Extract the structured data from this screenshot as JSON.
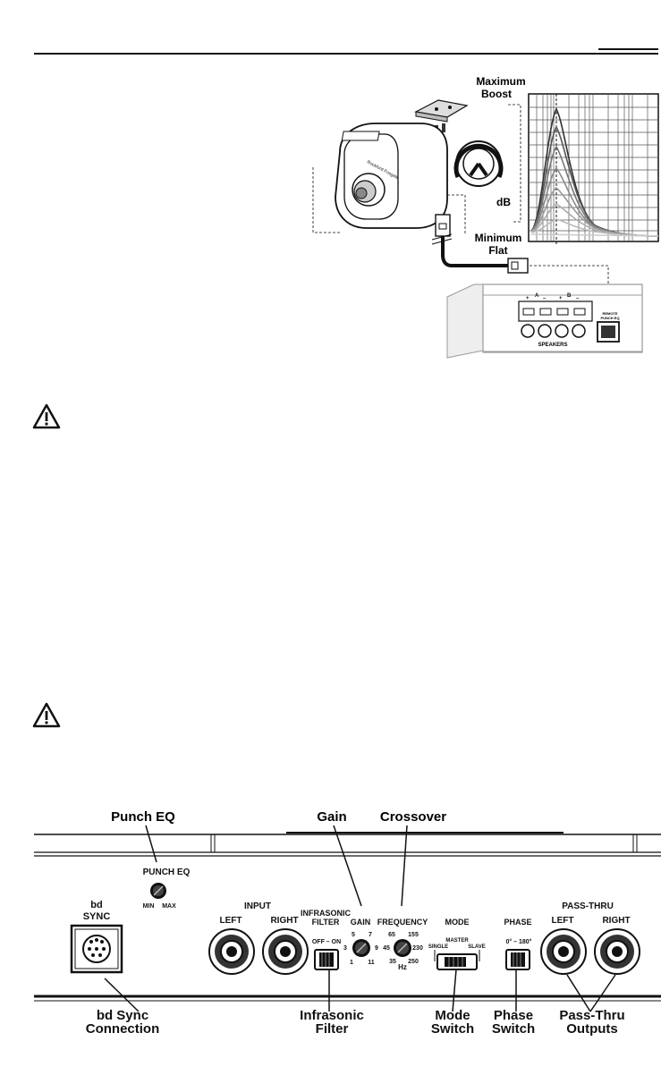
{
  "remote_diagram": {
    "max_label": "Maximum Boost",
    "min_label": "Minimum Flat",
    "db_label": "dB",
    "brand_text": "Rockford Fosgate",
    "amp_terminal_labels": [
      "+",
      "A",
      "–",
      "+",
      "B",
      "–"
    ],
    "speakers_label": "SPEAKERS",
    "remote_port_label": "REMOTE PUNCH EQ"
  },
  "panel": {
    "callouts_top": {
      "punch_eq": "Punch EQ",
      "gain": "Gain",
      "crossover": "Crossover"
    },
    "callouts_bottom": {
      "bd_sync": "bd Sync Connection",
      "infrasonic": "Infrasonic Filter",
      "mode": "Mode Switch",
      "phase": "Phase Switch",
      "pass_thru": "Pass-Thru Outputs"
    },
    "silk": {
      "punch_eq": "PUNCH EQ",
      "min": "MIN",
      "max": "MAX",
      "bd": "bd",
      "sync": "SYNC",
      "input": "INPUT",
      "left": "LEFT",
      "right": "RIGHT",
      "infrasonic": "INFRASONIC",
      "filter": "FILTER",
      "off_on": "OFF – ON",
      "gain": "GAIN",
      "frequency": "FREQUENCY",
      "hz": "Hz",
      "mode": "MODE",
      "master": "MASTER",
      "single": "SINGLE",
      "slave": "SLAVE",
      "phase": "PHASE",
      "phase_range": "0° – 180°",
      "pass_thru": "PASS-THRU",
      "gain_ticks": [
        "5",
        "7",
        "3",
        "9",
        "1",
        "11"
      ],
      "freq_ticks": [
        "65",
        "155",
        "45",
        "230",
        "35",
        "250"
      ]
    }
  }
}
